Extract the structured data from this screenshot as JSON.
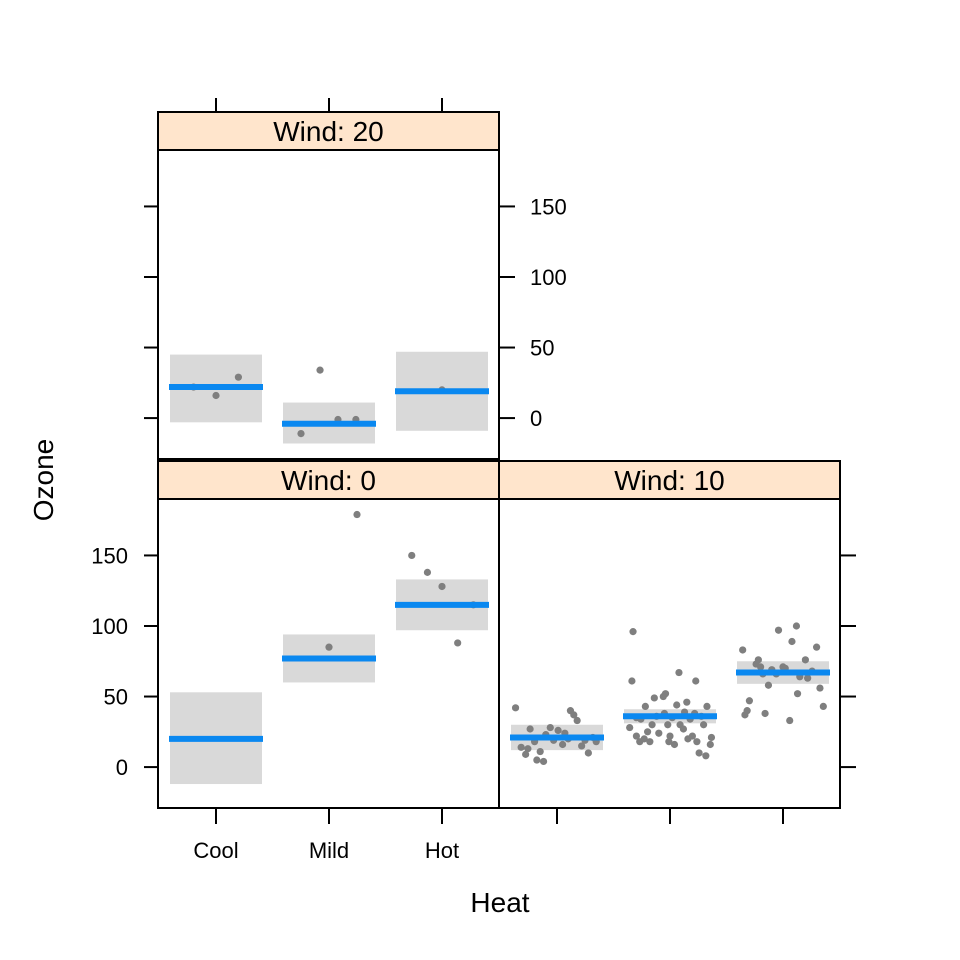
{
  "chart_data": {
    "type": "scatter",
    "xlabel": "Heat",
    "ylabel": "Ozone",
    "categories": [
      "Cool",
      "Mild",
      "Hot"
    ],
    "y_ticks": [
      0,
      50,
      100,
      150
    ],
    "ylim": [
      -29,
      190
    ],
    "panels": [
      {
        "strip": "Wind: 0",
        "groups": [
          {
            "category": "Cool",
            "fit": 20,
            "lower": -12,
            "upper": 53,
            "points": []
          },
          {
            "category": "Mild",
            "fit": 77,
            "lower": 60,
            "upper": 94,
            "points": [
              [
                0.0,
                85
              ],
              [
                0.25,
                179
              ]
            ]
          },
          {
            "category": "Hot",
            "fit": 115,
            "lower": 97,
            "upper": 133,
            "points": [
              [
                -0.27,
                150
              ],
              [
                -0.13,
                138
              ],
              [
                0.0,
                128
              ],
              [
                0.28,
                115
              ],
              [
                0.14,
                88
              ]
            ]
          }
        ]
      },
      {
        "strip": "Wind: 10",
        "groups": [
          {
            "category": "Cool",
            "fit": 21,
            "lower": 12,
            "upper": 30,
            "points": [
              [
                -0.37,
                42
              ],
              [
                -0.28,
                9
              ],
              [
                -0.32,
                14
              ],
              [
                -0.24,
                27
              ],
              [
                -0.2,
                18
              ],
              [
                -0.18,
                5
              ],
              [
                -0.15,
                11
              ],
              [
                -0.12,
                4
              ],
              [
                -0.1,
                23
              ],
              [
                -0.06,
                28
              ],
              [
                -0.03,
                19
              ],
              [
                0.01,
                26
              ],
              [
                0.05,
                16
              ],
              [
                0.07,
                24
              ],
              [
                0.1,
                20
              ],
              [
                0.12,
                40
              ],
              [
                0.15,
                37
              ],
              [
                0.18,
                33
              ],
              [
                0.22,
                15
              ],
              [
                0.25,
                19
              ],
              [
                0.28,
                10
              ],
              [
                0.32,
                21
              ],
              [
                0.35,
                18
              ],
              [
                -0.26,
                13
              ]
            ]
          },
          {
            "category": "Mild",
            "fit": 36,
            "lower": 31,
            "upper": 41,
            "points": [
              [
                -0.34,
                61
              ],
              [
                -0.33,
                96
              ],
              [
                -0.36,
                28
              ],
              [
                -0.3,
                22
              ],
              [
                -0.3,
                35
              ],
              [
                -0.27,
                18
              ],
              [
                -0.26,
                34
              ],
              [
                -0.23,
                20
              ],
              [
                -0.22,
                43
              ],
              [
                -0.2,
                25
              ],
              [
                -0.18,
                18
              ],
              [
                -0.16,
                30
              ],
              [
                -0.14,
                49
              ],
              [
                -0.12,
                36
              ],
              [
                -0.1,
                24
              ],
              [
                -0.06,
                50
              ],
              [
                -0.05,
                38
              ],
              [
                -0.04,
                52
              ],
              [
                -0.02,
                30
              ],
              [
                0.0,
                22
              ],
              [
                0.02,
                35
              ],
              [
                0.04,
                16
              ],
              [
                0.06,
                44
              ],
              [
                0.08,
                67
              ],
              [
                0.09,
                30
              ],
              [
                0.12,
                27
              ],
              [
                0.13,
                39
              ],
              [
                0.15,
                46
              ],
              [
                0.16,
                20
              ],
              [
                0.18,
                34
              ],
              [
                0.2,
                22
              ],
              [
                0.22,
                38
              ],
              [
                0.23,
                61
              ],
              [
                0.24,
                18
              ],
              [
                0.26,
                10
              ],
              [
                0.28,
                36
              ],
              [
                0.3,
                30
              ],
              [
                0.32,
                8
              ],
              [
                0.33,
                43
              ],
              [
                0.36,
                16
              ],
              [
                0.37,
                21
              ],
              [
                -0.01,
                18
              ]
            ]
          },
          {
            "category": "Hot",
            "fit": 67,
            "lower": 59,
            "upper": 75,
            "points": [
              [
                -0.36,
                83
              ],
              [
                -0.32,
                40
              ],
              [
                -0.34,
                37
              ],
              [
                -0.3,
                47
              ],
              [
                -0.24,
                73
              ],
              [
                -0.22,
                76
              ],
              [
                -0.2,
                71
              ],
              [
                -0.18,
                66
              ],
              [
                -0.16,
                38
              ],
              [
                -0.13,
                58
              ],
              [
                -0.1,
                69
              ],
              [
                -0.06,
                66
              ],
              [
                -0.04,
                97
              ],
              [
                0.0,
                71
              ],
              [
                0.02,
                70
              ],
              [
                0.06,
                33
              ],
              [
                0.08,
                89
              ],
              [
                0.12,
                100
              ],
              [
                0.13,
                52
              ],
              [
                0.15,
                64
              ],
              [
                0.2,
                76
              ],
              [
                0.22,
                63
              ],
              [
                0.3,
                85
              ],
              [
                0.33,
                56
              ],
              [
                0.36,
                43
              ],
              [
                0.26,
                68
              ]
            ]
          }
        ]
      },
      {
        "strip": "Wind: 20",
        "groups": [
          {
            "category": "Cool",
            "fit": 22,
            "lower": -3,
            "upper": 45,
            "points": [
              [
                -0.2,
                22
              ],
              [
                0.0,
                16
              ],
              [
                0.2,
                29
              ]
            ]
          },
          {
            "category": "Mild",
            "fit": -4,
            "lower": -18,
            "upper": 11,
            "points": [
              [
                -0.25,
                -11
              ],
              [
                -0.08,
                34
              ],
              [
                0.08,
                -1
              ],
              [
                0.24,
                -1
              ]
            ]
          },
          {
            "category": "Hot",
            "fit": 19,
            "lower": -9,
            "upper": 47,
            "points": [
              [
                0.0,
                20
              ]
            ]
          }
        ]
      }
    ]
  }
}
